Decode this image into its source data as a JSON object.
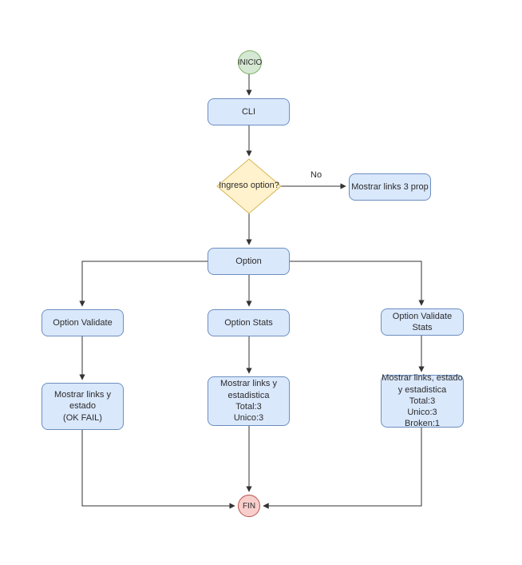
{
  "palette": {
    "process_fill": "#dae8fc",
    "process_stroke": "#6c8ebf",
    "start_fill": "#d5e8d4",
    "start_stroke": "#82b366",
    "decision_fill": "#fff2cc",
    "decision_stroke": "#d6b656",
    "end_fill": "#f8cecc",
    "end_stroke": "#b85450",
    "line": "#333333",
    "text": "#2b2b2b"
  },
  "nodes": {
    "start": {
      "label": "INICIO"
    },
    "cli": {
      "label": "CLI"
    },
    "decision": {
      "label": "Ingreso option?"
    },
    "no_branch": {
      "label": "Mostrar links 3 prop"
    },
    "option": {
      "label": "Option"
    },
    "option_validate": {
      "label": "Option Validate"
    },
    "option_stats": {
      "label": "Option Stats"
    },
    "option_validate_stats": {
      "label": "Option Validate Stats"
    },
    "result_validate": {
      "label": "Mostrar links y estado\n(OK FAIL)"
    },
    "result_stats": {
      "label": "Mostrar links y\nestadistica\nTotal:3\nUnico:3"
    },
    "result_validate_stats": {
      "label": "Mostrar links, estado\ny estadistica\nTotal:3\nUnico:3\nBroken:1"
    },
    "end": {
      "label": "FIN"
    }
  },
  "edges": {
    "no_label": "No"
  }
}
